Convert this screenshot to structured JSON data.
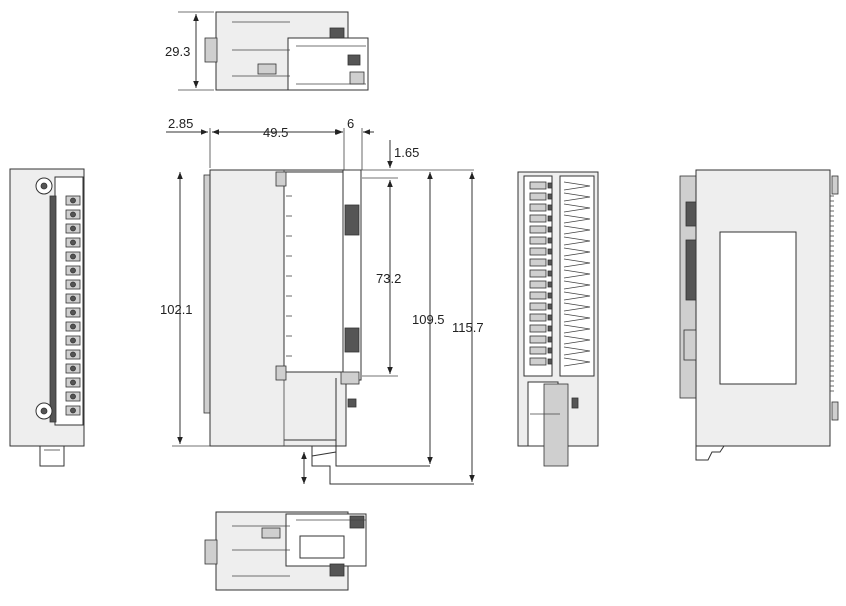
{
  "dimensions": {
    "top_height": "29.3",
    "offset_left": "2.85",
    "width_main": "49.5",
    "width_connector": "6",
    "top_offset": "1.65",
    "height_body": "102.1",
    "height_terminal": "73.2",
    "height_with_latch": "109.5",
    "height_total": "115.7"
  }
}
